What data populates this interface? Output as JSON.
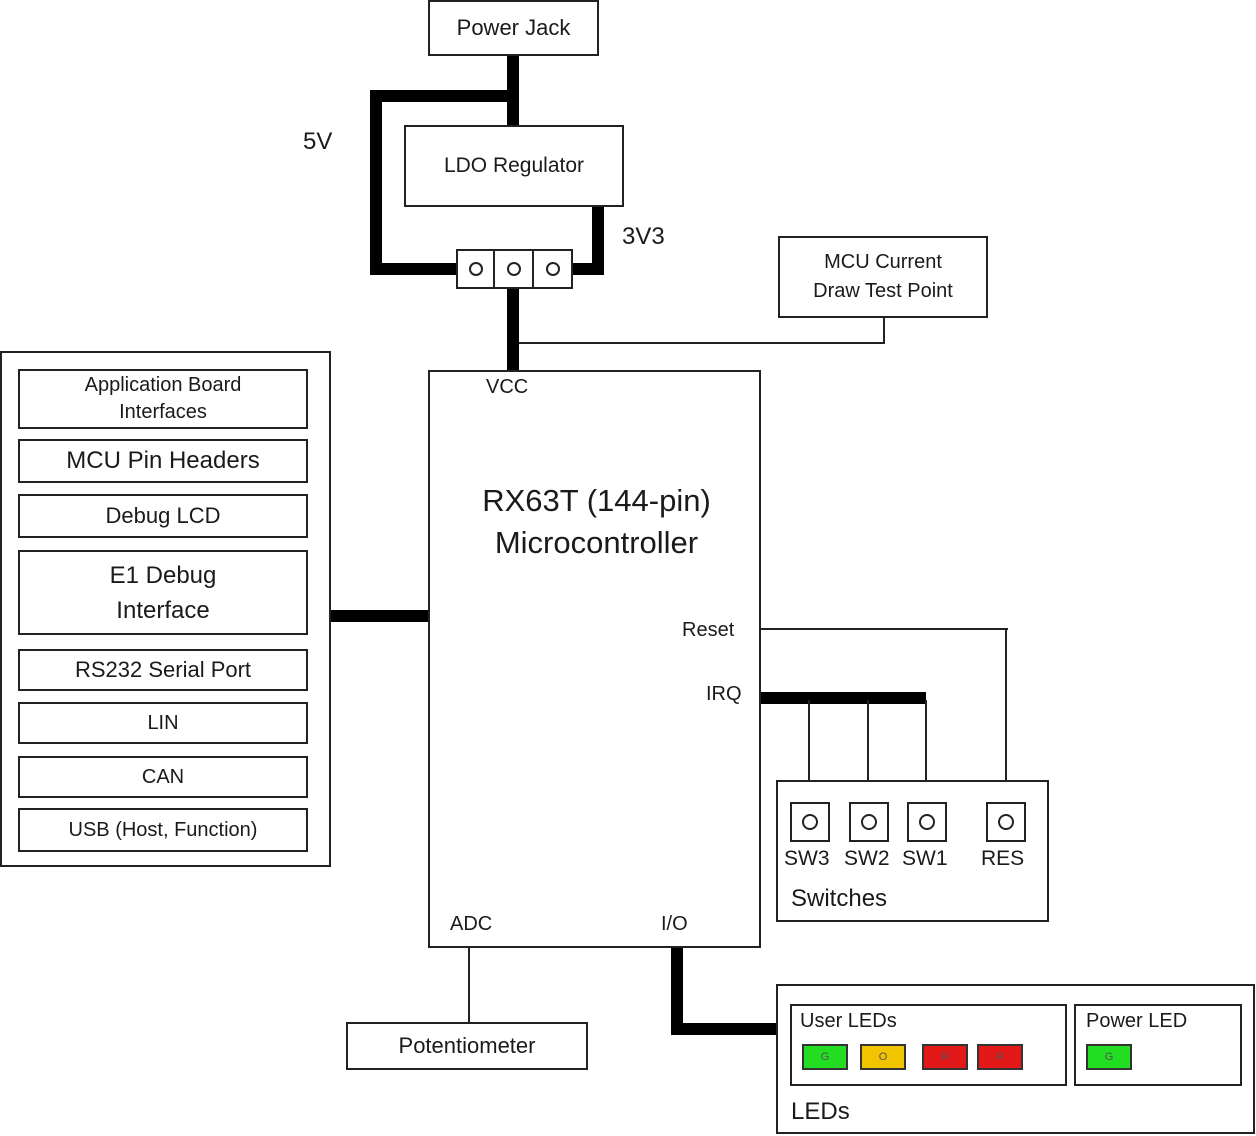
{
  "power": {
    "jack": "Power Jack",
    "regulator": "LDO Regulator",
    "v5": "5V",
    "v3v3": "3V3",
    "current_test": "MCU Current\nDraw Test Point"
  },
  "mcu": {
    "title": "RX63T (144-pin)\nMicrocontroller",
    "vcc": "VCC",
    "reset": "Reset",
    "irq": "IRQ",
    "adc": "ADC",
    "io": "I/O"
  },
  "interfaces": [
    "Application Board\nInterfaces",
    "MCU Pin Headers",
    "Debug LCD",
    "E1 Debug\nInterface",
    "RS232 Serial Port",
    "LIN",
    "CAN",
    "USB (Host, Function)"
  ],
  "switches": {
    "title": "Switches",
    "items": [
      "SW3",
      "SW2",
      "SW1",
      "RES"
    ]
  },
  "potentiometer": "Potentiometer",
  "leds": {
    "title": "LEDs",
    "user_title": "User LEDs",
    "power_title": "Power LED",
    "user": [
      {
        "letter": "G",
        "color": "#22dd22"
      },
      {
        "letter": "O",
        "color": "#f2c400"
      },
      {
        "letter": "R",
        "color": "#e31818"
      },
      {
        "letter": "R",
        "color": "#e31818"
      }
    ],
    "power": {
      "letter": "G",
      "color": "#22dd22"
    }
  }
}
